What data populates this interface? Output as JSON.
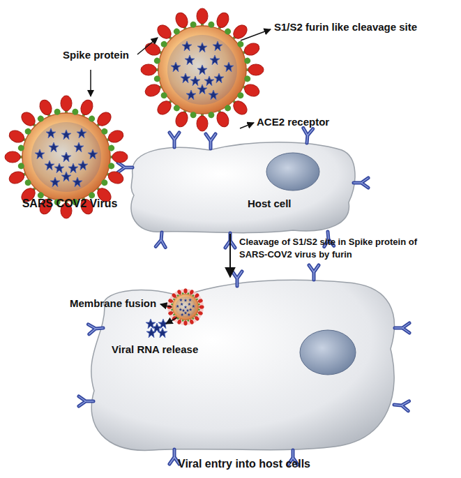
{
  "diagram": {
    "nodes": [
      {
        "text": [
          "SARS COV2 Virus"
        ]
      },
      {
        "text": [
          "Host cell"
        ]
      },
      {
        "text": [
          "Viral entry into host cells"
        ]
      }
    ],
    "edges": [
      {
        "from": 1,
        "to": 2,
        "arrow": "to",
        "label": "Cleavage of S1/S2 site in Spike protein of SARS-COV2 virus by furin"
      }
    ],
    "labels": [
      "S1/S2 furin like cleavage site",
      "Spike protein",
      "ACE2 receptor",
      "Membrane fusion",
      "Viral RNA release"
    ]
  }
}
